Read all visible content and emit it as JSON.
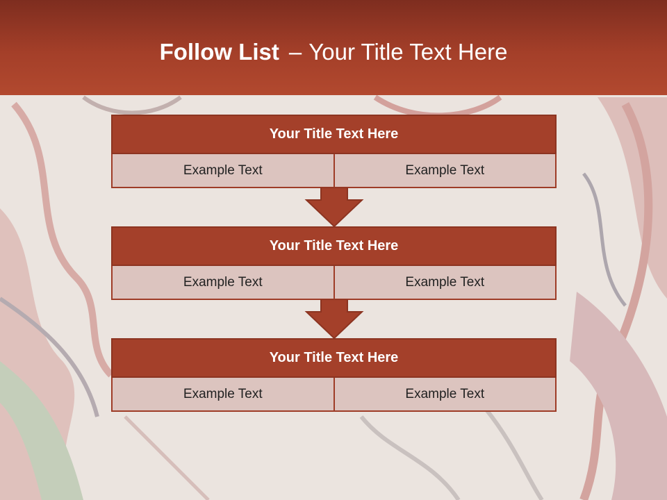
{
  "header": {
    "title_bold": "Follow List",
    "title_separator": "–",
    "title_rest": "Your Title Text Here"
  },
  "blocks": [
    {
      "title": "Your Title Text Here",
      "cells": [
        "Example Text",
        "Example Text"
      ]
    },
    {
      "title": "Your Title Text Here",
      "cells": [
        "Example Text",
        "Example Text"
      ]
    },
    {
      "title": "Your Title Text Here",
      "cells": [
        "Example Text",
        "Example Text"
      ]
    }
  ],
  "colors": {
    "header_top": "#7e2d1f",
    "header_bottom": "#b2492f",
    "block_title_fill": "#a4402a",
    "cell_fill": "#dcc4bf",
    "arrow_fill": "#a4402a"
  },
  "icons": {
    "arrow": "down-arrow-icon",
    "background": "graffiti-wall"
  }
}
